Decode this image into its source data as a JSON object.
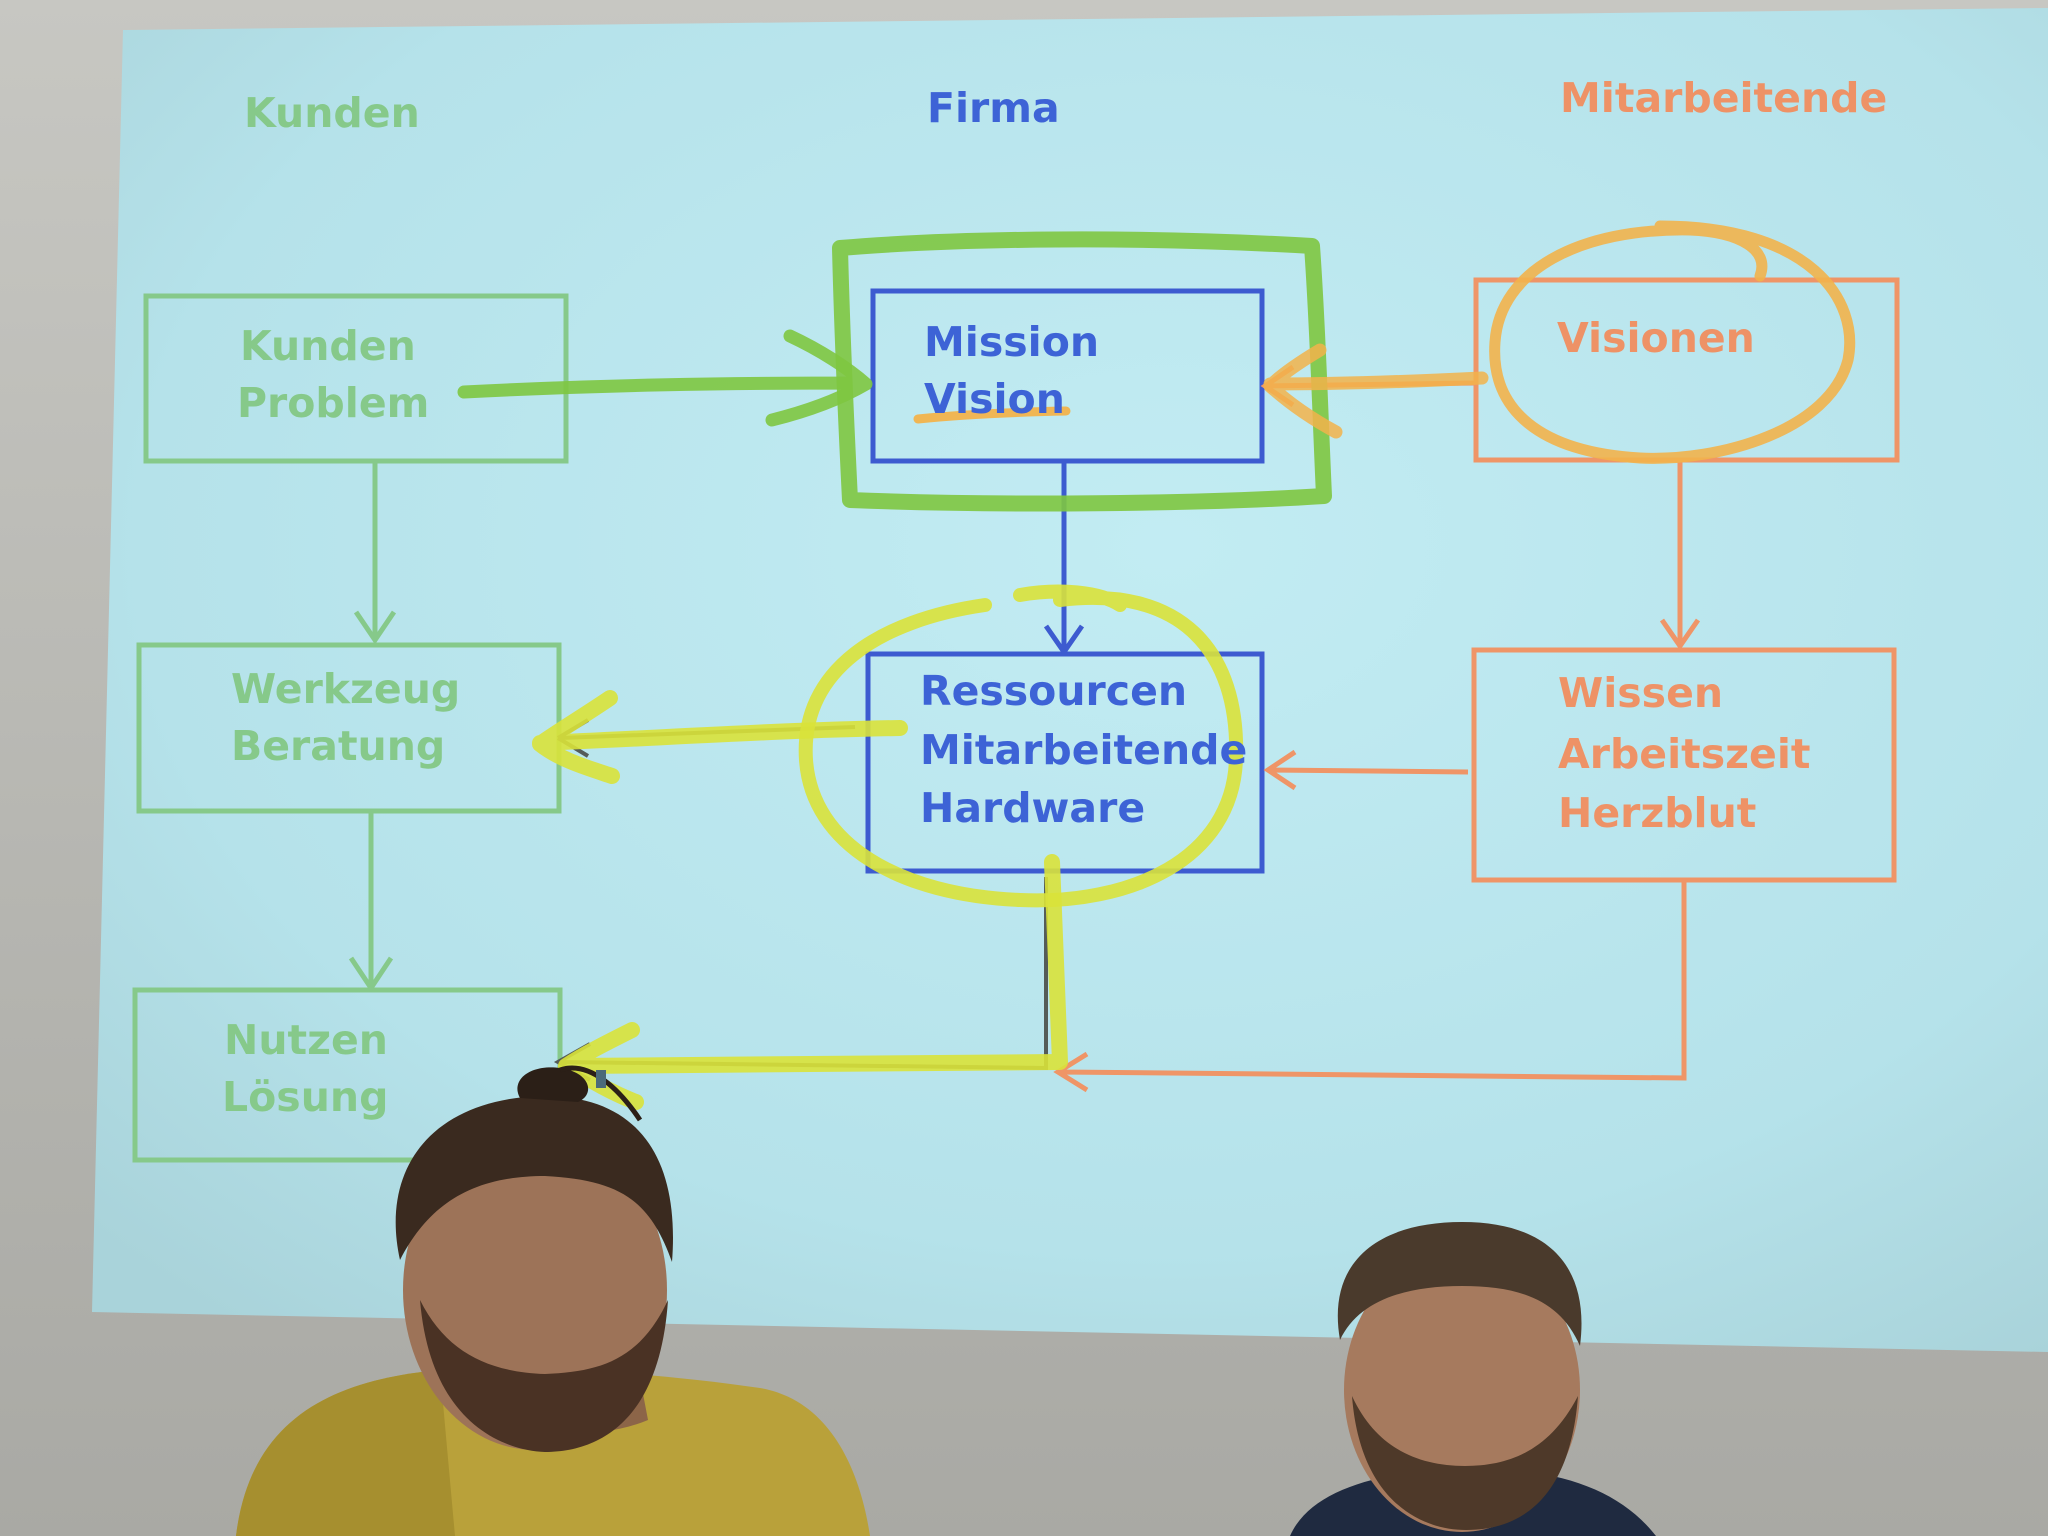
{
  "columns": {
    "customers": "Kunden",
    "company": "Firma",
    "employees": "Mitarbeitende"
  },
  "boxes": {
    "customer_problem": [
      "Kunden",
      "Problem"
    ],
    "tool_consulting": [
      "Werkzeug",
      "Beratung"
    ],
    "benefit_solution": [
      "Nutzen",
      "Lösung"
    ],
    "mission_vision": [
      "Mission",
      "Vision"
    ],
    "resources": [
      "Ressourcen",
      "Mitarbeitende",
      "Hardware"
    ],
    "visions": [
      "Visionen"
    ],
    "knowledge": [
      "Wissen",
      "Arbeitszeit",
      "Herzblut"
    ]
  },
  "colors": {
    "screen": "#b7e4ed",
    "green": "#86c98a",
    "blue": "#3d5bd0",
    "orange": "#ef9567",
    "marker_green": "#7ec640",
    "marker_yellow": "#d9e23a",
    "marker_orange": "#f2b34b"
  }
}
